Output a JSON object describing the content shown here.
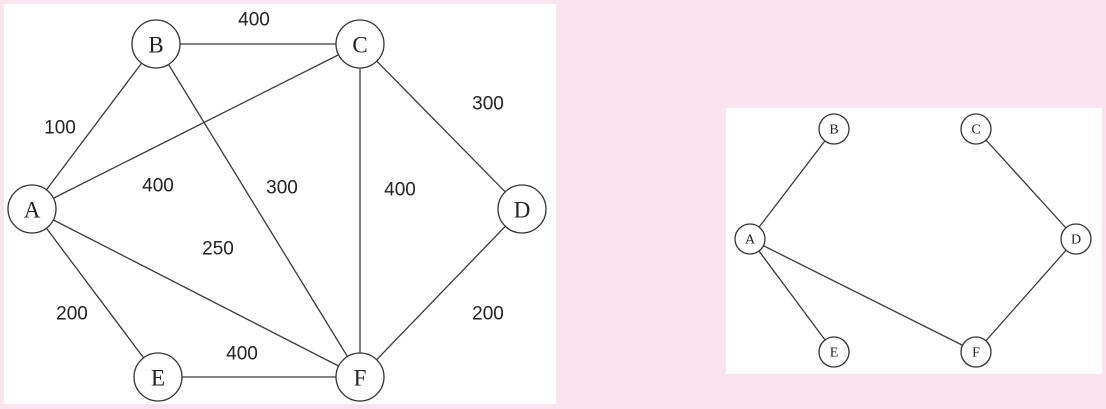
{
  "colors": {
    "background": "#f9e3ee",
    "panel": "#ffffff",
    "line": "#3a3a3a"
  },
  "full_graph": {
    "nodes": [
      "A",
      "B",
      "C",
      "D",
      "E",
      "F"
    ],
    "edges": [
      {
        "from": "A",
        "to": "B",
        "weight": "100"
      },
      {
        "from": "B",
        "to": "C",
        "weight": "400"
      },
      {
        "from": "C",
        "to": "D",
        "weight": "300"
      },
      {
        "from": "A",
        "to": "C",
        "weight": "400"
      },
      {
        "from": "B",
        "to": "F",
        "weight": "300"
      },
      {
        "from": "C",
        "to": "F",
        "weight": "400"
      },
      {
        "from": "A",
        "to": "F",
        "weight": "250"
      },
      {
        "from": "A",
        "to": "E",
        "weight": "200"
      },
      {
        "from": "E",
        "to": "F",
        "weight": "400"
      },
      {
        "from": "F",
        "to": "D",
        "weight": "200"
      }
    ]
  },
  "spanning_tree": {
    "nodes": [
      "A",
      "B",
      "C",
      "D",
      "E",
      "F"
    ],
    "edges": [
      {
        "from": "A",
        "to": "B"
      },
      {
        "from": "C",
        "to": "D"
      },
      {
        "from": "A",
        "to": "E"
      },
      {
        "from": "A",
        "to": "F"
      },
      {
        "from": "F",
        "to": "D"
      }
    ]
  }
}
